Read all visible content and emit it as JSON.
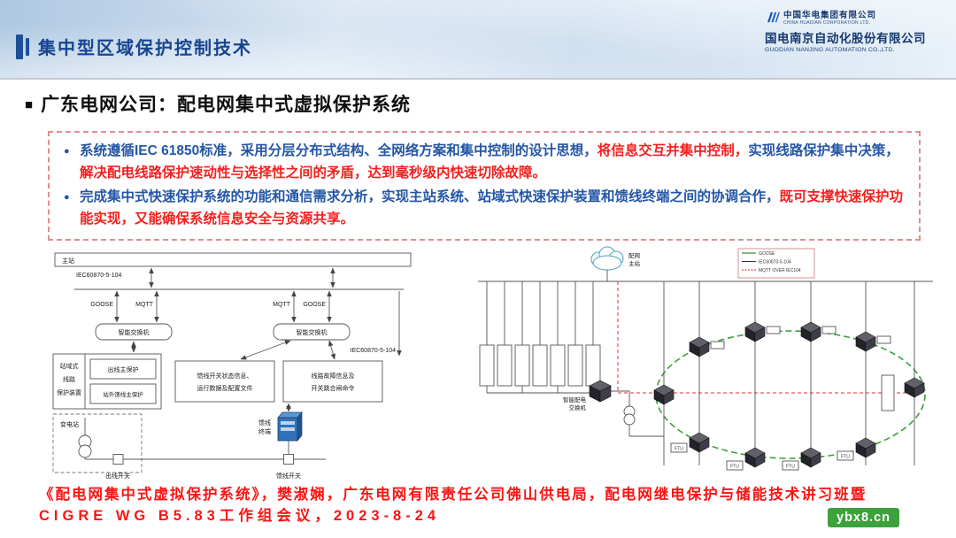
{
  "colors": {
    "header_title_blue": "#17458f",
    "bullet_blue": "#2456a6",
    "highlight_red": "#f52020",
    "dashed_box_border": "#e08e8e",
    "ring_green": "#39a139",
    "watermark_green": "#3da23d"
  },
  "header": {
    "title": "集中型区域保护控制技术",
    "huadian_cn": "中国华电集团有限公司",
    "huadian_en": "CHINA HUADIAN CORPORATION LTD.",
    "guodian_cn": "国电南京自动化股份有限公司",
    "guodian_en": "GUODIAN NANJING AUTOMATION CO.,LTD."
  },
  "slide": {
    "section_marker": "■",
    "section_title": "广东电网公司：配电网集中式虚拟保护系统",
    "bullets": [
      {
        "marker": "●",
        "segments": [
          {
            "text": "系统遵循IEC 61850标准，采用分层分布式结构、全网络方案和集中控制的设计思想，",
            "color": "blue"
          },
          {
            "text": "将信息交互并集中控制，",
            "color": "red"
          },
          {
            "text": "实现线路保护集中决策，",
            "color": "blue"
          },
          {
            "text": "解决配电线路保护速动性与选择性之间的矛盾，达到毫秒级内快速切除故障。",
            "color": "red"
          }
        ]
      },
      {
        "marker": "●",
        "segments": [
          {
            "text": "完成集中式快速保护系统的功能和通信需求分析，实现主站系统、站域式快速保护装置和馈线终端之间的协调合作，",
            "color": "blue"
          },
          {
            "text": "既可支撑快速保护功能实现，又能确保系统信息安全与资源共享。",
            "color": "red"
          }
        ]
      }
    ],
    "citation_line1": "《配电网集中式虚拟保护系统》，樊淑娴，广东电网有限责任公司佛山供电局，配电网继电保护与储能技术讲习班暨",
    "citation_line2": "CIGRE WG B5.83工作组会议，2023-8-24",
    "watermark": "ybx8.cn"
  },
  "diagram_left": {
    "master_station": "主站",
    "iec_top": "IEC60870-5-104",
    "goose_left": "GOOSE",
    "mqtt_left": "MQTT",
    "mqtt_right": "MQTT",
    "goose_right": "GOOSE",
    "switch_left": "智能交换机",
    "switch_right": "智能交换机",
    "iec_right": "IEC60870-5-104",
    "device_lines": [
      "站域式",
      "线路",
      "保护装置"
    ],
    "outlet_protection": "出线主保护",
    "external_feeder_protection": "站外馈线主保护",
    "info_box1_lines": [
      "馈线开关状态信息、",
      "运行数据及配置文件"
    ],
    "info_box2_lines": [
      "线路故障信息及",
      "开关跳合闸命令"
    ],
    "substation": "变电站",
    "outlet_switch": "出线开关",
    "feeder_terminal_lines": [
      "馈线",
      "终端"
    ],
    "feeder_switch": "馈线开关"
  },
  "diagram_right": {
    "cloud_lines": [
      "配网",
      "主站"
    ],
    "legend": [
      "GOOSE",
      "IEC60870-5-104",
      "MQTT OVER IEC104"
    ],
    "smart_switch_lines": [
      "智能配电",
      "交换机"
    ],
    "ftu": "FTU"
  }
}
